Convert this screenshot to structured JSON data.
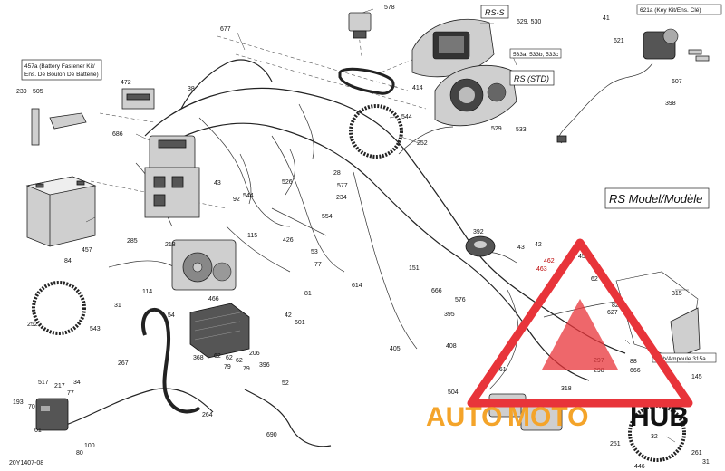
{
  "labels": {
    "rs_s": "RS-S",
    "rs_std": "RS (STD)",
    "rs_model": "RS Model/Modèle",
    "kit_457a_line1": "457a (Battery Fastener Kit/",
    "kit_457a_line2": "Ens. De Boulon De Batterie)",
    "kit_621a": "621a (Key Kit/Ens. Clé)",
    "ref_529": "529, 530",
    "ref_533abc": "533a, 533b, 533c",
    "bulb": "Bulb/Ampoule 315a",
    "drawing_id": "20Y1407-08"
  },
  "callouts": [
    "578",
    "677",
    "472",
    "38",
    "686",
    "414",
    "544",
    "252",
    "239",
    "505",
    "457",
    "43",
    "92",
    "544b",
    "526",
    "28",
    "577",
    "234",
    "554",
    "285",
    "218",
    "115",
    "426",
    "53",
    "77",
    "151",
    "392",
    "43b",
    "42",
    "450",
    "84",
    "31",
    "252b",
    "543",
    "114",
    "466",
    "601",
    "81",
    "614",
    "666",
    "576",
    "315",
    "54",
    "42b",
    "395",
    "408",
    "62",
    "405",
    "82",
    "368",
    "62b",
    "79",
    "62c",
    "79b",
    "206",
    "396",
    "52",
    "267",
    "88",
    "297",
    "298",
    "261",
    "318",
    "145",
    "517",
    "217",
    "34",
    "77b",
    "193",
    "70",
    "61",
    "80",
    "100",
    "264",
    "690",
    "504",
    "251",
    "32",
    "261b",
    "31b",
    "446",
    "41",
    "621",
    "607",
    "398",
    "529",
    "533",
    "462",
    "463",
    "62d",
    "627",
    "666b"
  ],
  "watermark": {
    "text_auto": "AUTO",
    "text_moto": "MOTO",
    "text_hub": "HUB",
    "color_red": "#e8343a",
    "color_orange": "#f4a42a",
    "color_black": "#111111"
  }
}
